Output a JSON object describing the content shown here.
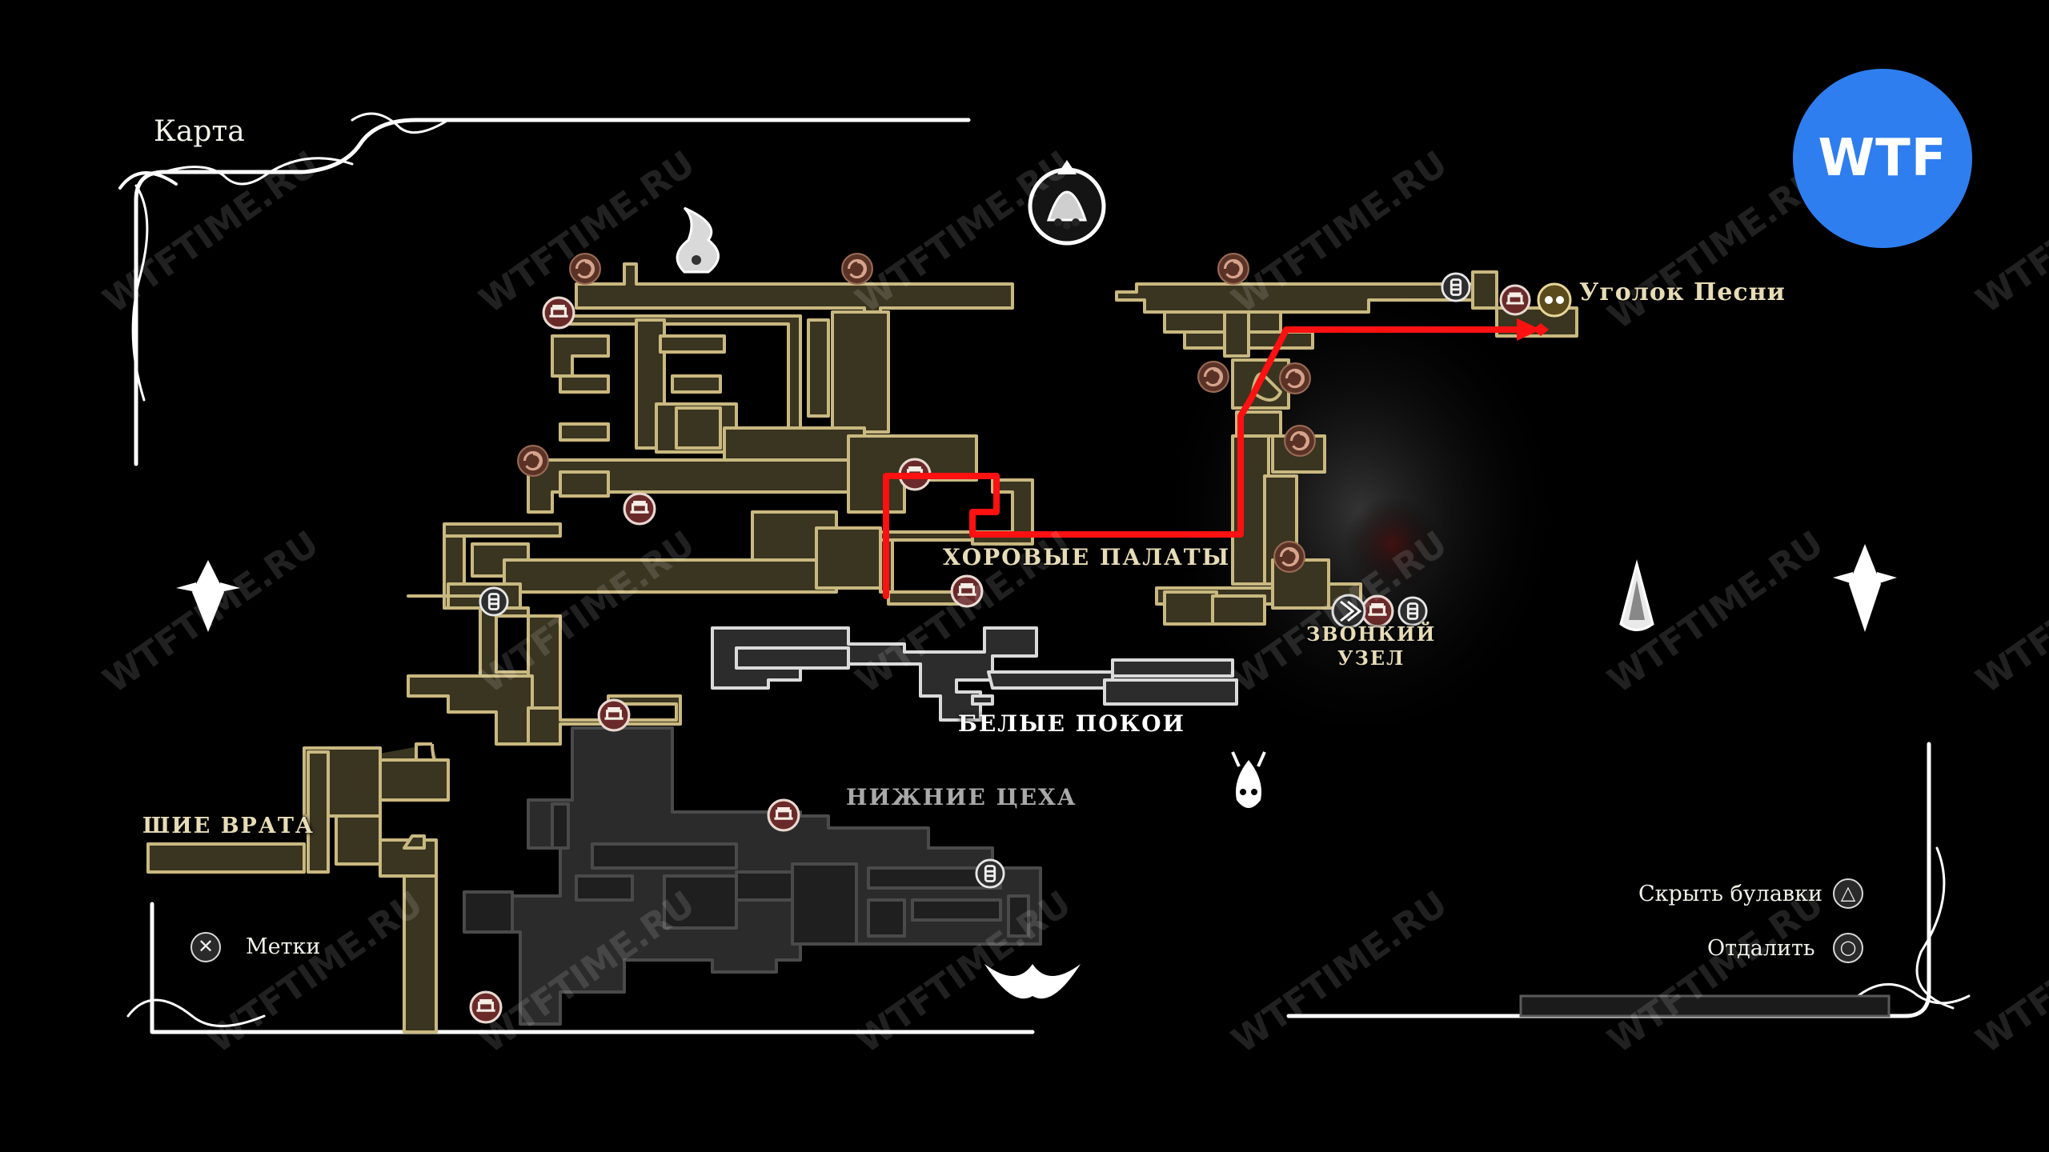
{
  "screen": {
    "title": "Карта",
    "badge": "WTF",
    "watermark": "WTFTIME.RU"
  },
  "areas": {
    "choir_chambers": "ХОРОВЫЕ ПАЛАТЫ",
    "song_corner": "Уголок Песни",
    "ringing_node_line1": "ЗВОНКИЙ",
    "ringing_node_line2": "УЗЕЛ",
    "white_chambers": "БЕЛЫЕ ПОКОИ",
    "lower_workshops": "НИЖНИЕ ЦЕХА",
    "upper_gates_partial": "ШИЕ ВРАТА"
  },
  "controls": {
    "markers": {
      "label": "Метки",
      "button": "✕"
    },
    "hide_pins": {
      "label": "Скрыть булавки",
      "button": "△"
    },
    "zoom_out": {
      "label": "Отдалить",
      "button": "○"
    }
  },
  "colors": {
    "map_fill": "#3a3520",
    "map_outline": "#c9b880",
    "route": "#ff1111",
    "badge": "#2f7ef0",
    "unexplored_fill": "#2c2c2c"
  }
}
